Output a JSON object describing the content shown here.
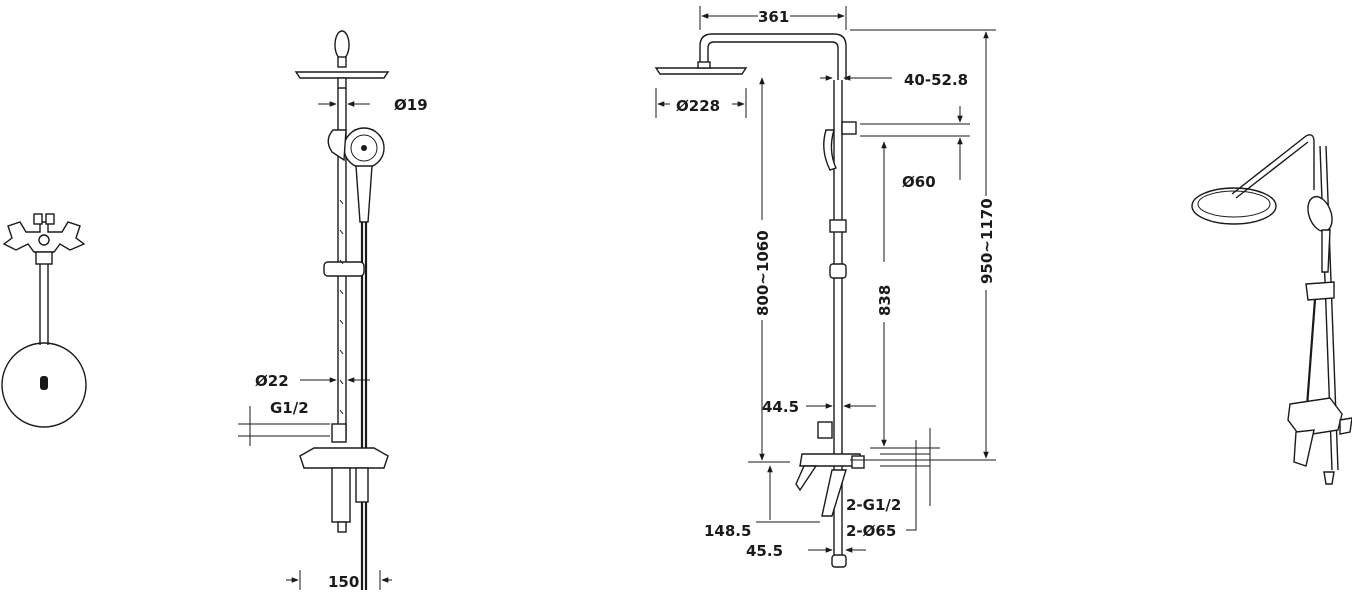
{
  "dimensions": {
    "d19": "Ø19",
    "d22": "Ø22",
    "g12": "G1/2",
    "w150": "150",
    "w361": "361",
    "r40": "40-52.8",
    "d228": "Ø228",
    "d60": "Ø60",
    "h800": "800~1060",
    "h838": "838",
    "h950": "950~1170",
    "d44": "44.5",
    "g2": "2-G1/2",
    "d2_65": "2-Ø65",
    "h148": "148.5",
    "d45": "45.5"
  },
  "colors": {
    "line": "#1a1a1a",
    "background": "#ffffff"
  }
}
